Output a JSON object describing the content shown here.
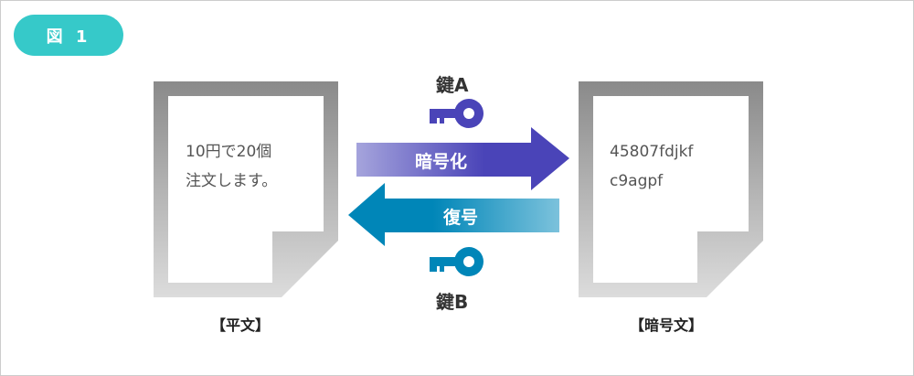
{
  "badge": "図 1",
  "plaintext": {
    "line1": "10円で20個",
    "line2": "注文します。",
    "caption": "【平文】"
  },
  "ciphertext": {
    "line1": "45807fdjkf",
    "line2": "c9agpf",
    "caption": "【暗号文】"
  },
  "key_a": "鍵A",
  "key_b": "鍵B",
  "encrypt": "暗号化",
  "decrypt": "復号",
  "colors": {
    "badge": "#36c9c9",
    "encrypt": "#4a44b8",
    "decrypt": "#0086b8"
  }
}
